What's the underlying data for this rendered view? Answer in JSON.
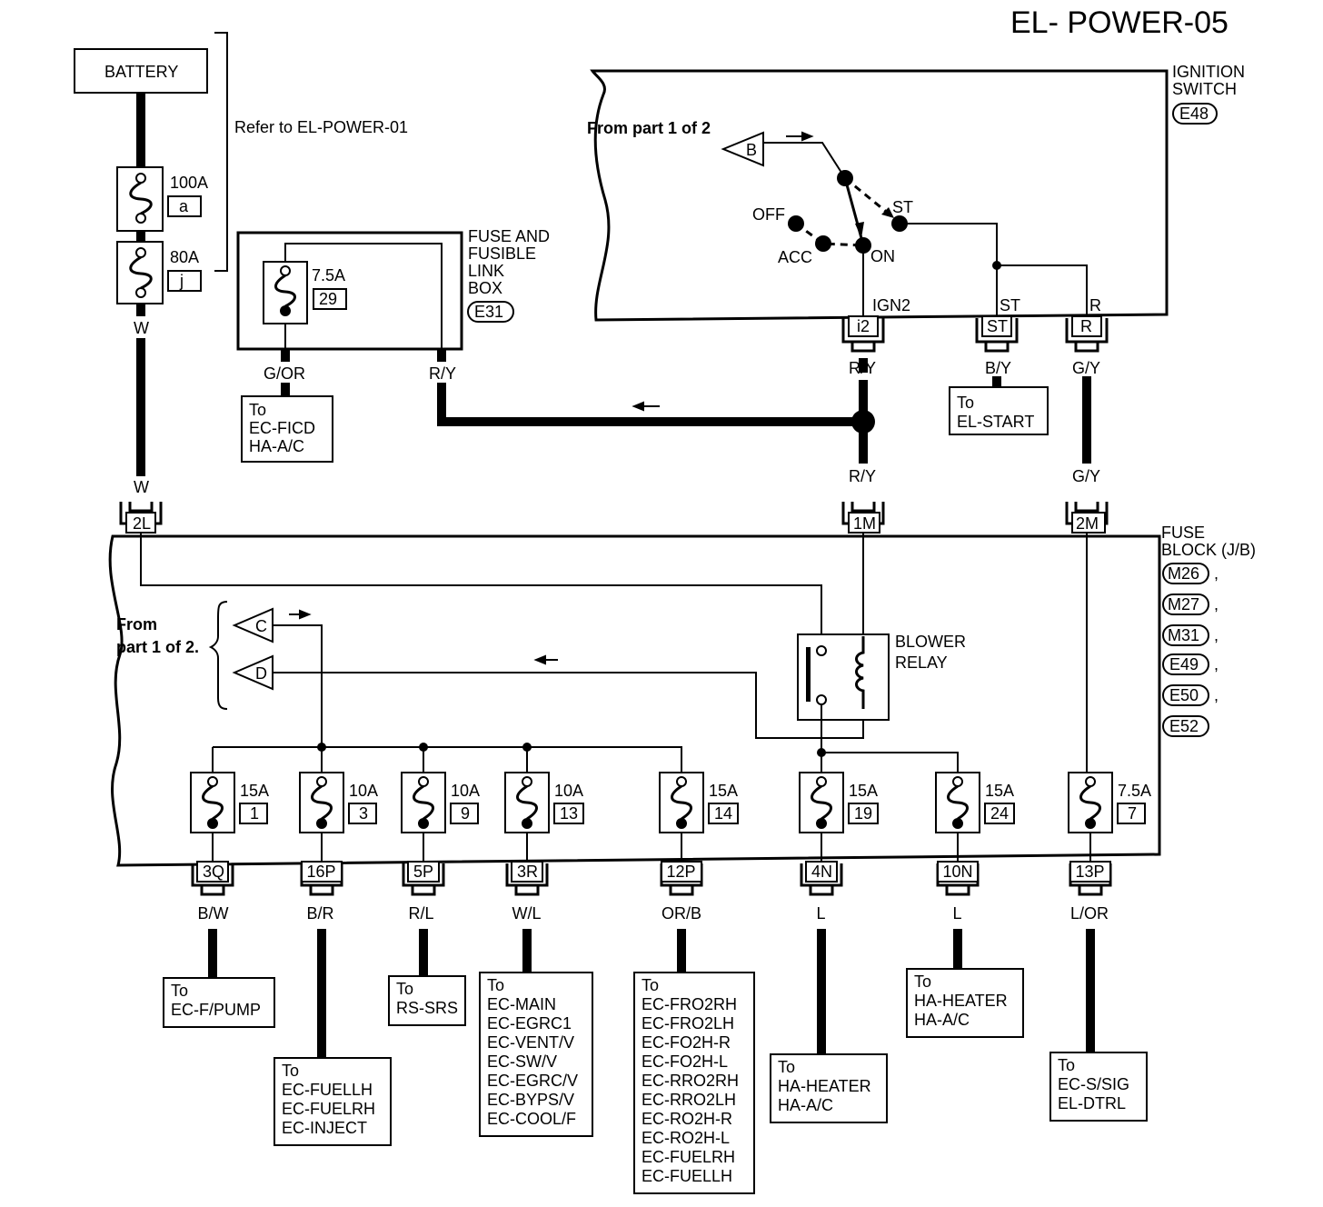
{
  "title": "EL- POWER-05",
  "battery": "BATTERY",
  "refer": "Refer to EL-POWER-01",
  "fuses_main": [
    {
      "amp": "100A",
      "id": "a"
    },
    {
      "amp": "80A",
      "id": "j"
    }
  ],
  "fuse_link_box": {
    "lines": [
      "FUSE AND",
      "FUSIBLE",
      "LINK",
      "BOX"
    ],
    "conn": "E31",
    "fuse_amp": "7.5A",
    "fuse_id": "29",
    "wire_left": "G/OR",
    "wire_right": "R/Y",
    "dest_lines": [
      "To",
      "EC-FICD",
      "HA-A/C"
    ]
  },
  "ignition": {
    "lines": [
      "IGNITION",
      "SWITCH"
    ],
    "conn": "E48",
    "from": "From part 1 of 2",
    "b": "B",
    "off": "OFF",
    "acc": "ACC",
    "on": "ON",
    "st": "ST",
    "ign2": "IGN2",
    "st_t": "ST",
    "r_t": "R",
    "conn_i2": "i2",
    "conn_st": "ST",
    "conn_r": "R",
    "wire_i2": "R/Y",
    "wire_st": "B/Y",
    "wire_r": "G/Y",
    "st_dest": [
      "To",
      "EL-START"
    ]
  },
  "main_wire_top": "W",
  "main_wire_bot": "W",
  "wire_ry2": "R/Y",
  "wire_gy2": "G/Y",
  "conn_2l": "2L",
  "conn_1m": "1M",
  "conn_2m": "2M",
  "fuse_block": {
    "lines": [
      "FUSE",
      "BLOCK (J/B)"
    ],
    "conns": [
      "M26",
      "M27",
      "M31",
      "E49",
      "E50",
      "E52"
    ],
    "comma": ","
  },
  "from_part": [
    "From",
    "part 1 of 2."
  ],
  "c": "C",
  "d": "D",
  "blower": [
    "BLOWER",
    "RELAY"
  ],
  "branches": [
    {
      "amp": "15A",
      "id": "1",
      "conn": "3Q",
      "wire": "B/W",
      "dest": [
        "To",
        "EC-F/PUMP"
      ]
    },
    {
      "amp": "10A",
      "id": "3",
      "conn": "16P",
      "wire": "B/R",
      "dest": [
        "To",
        "EC-FUELLH",
        "EC-FUELRH",
        "EC-INJECT"
      ]
    },
    {
      "amp": "10A",
      "id": "9",
      "conn": "5P",
      "wire": "R/L",
      "dest": [
        "To",
        "RS-SRS"
      ]
    },
    {
      "amp": "10A",
      "id": "13",
      "conn": "3R",
      "wire": "W/L",
      "dest": [
        "To",
        "EC-MAIN",
        "EC-EGRC1",
        "EC-VENT/V",
        "EC-SW/V",
        "EC-EGRC/V",
        "EC-BYPS/V",
        "EC-COOL/F"
      ]
    },
    {
      "amp": "15A",
      "id": "14",
      "conn": "12P",
      "wire": "OR/B",
      "dest": [
        "To",
        "EC-FRO2RH",
        "EC-FRO2LH",
        "EC-FO2H-R",
        "EC-FO2H-L",
        "EC-RRO2RH",
        "EC-RRO2LH",
        "EC-RO2H-R",
        "EC-RO2H-L",
        "EC-FUELRH",
        "EC-FUELLH"
      ]
    },
    {
      "amp": "15A",
      "id": "19",
      "conn": "4N",
      "wire": "L",
      "dest": [
        "To",
        "HA-HEATER",
        "HA-A/C"
      ]
    },
    {
      "amp": "15A",
      "id": "24",
      "conn": "10N",
      "wire": "L",
      "dest": [
        "To",
        "HA-HEATER",
        "HA-A/C"
      ]
    },
    {
      "amp": "7.5A",
      "id": "7",
      "conn": "13P",
      "wire": "L/OR",
      "dest": [
        "To",
        "EC-S/SIG",
        "EL-DTRL"
      ]
    }
  ]
}
